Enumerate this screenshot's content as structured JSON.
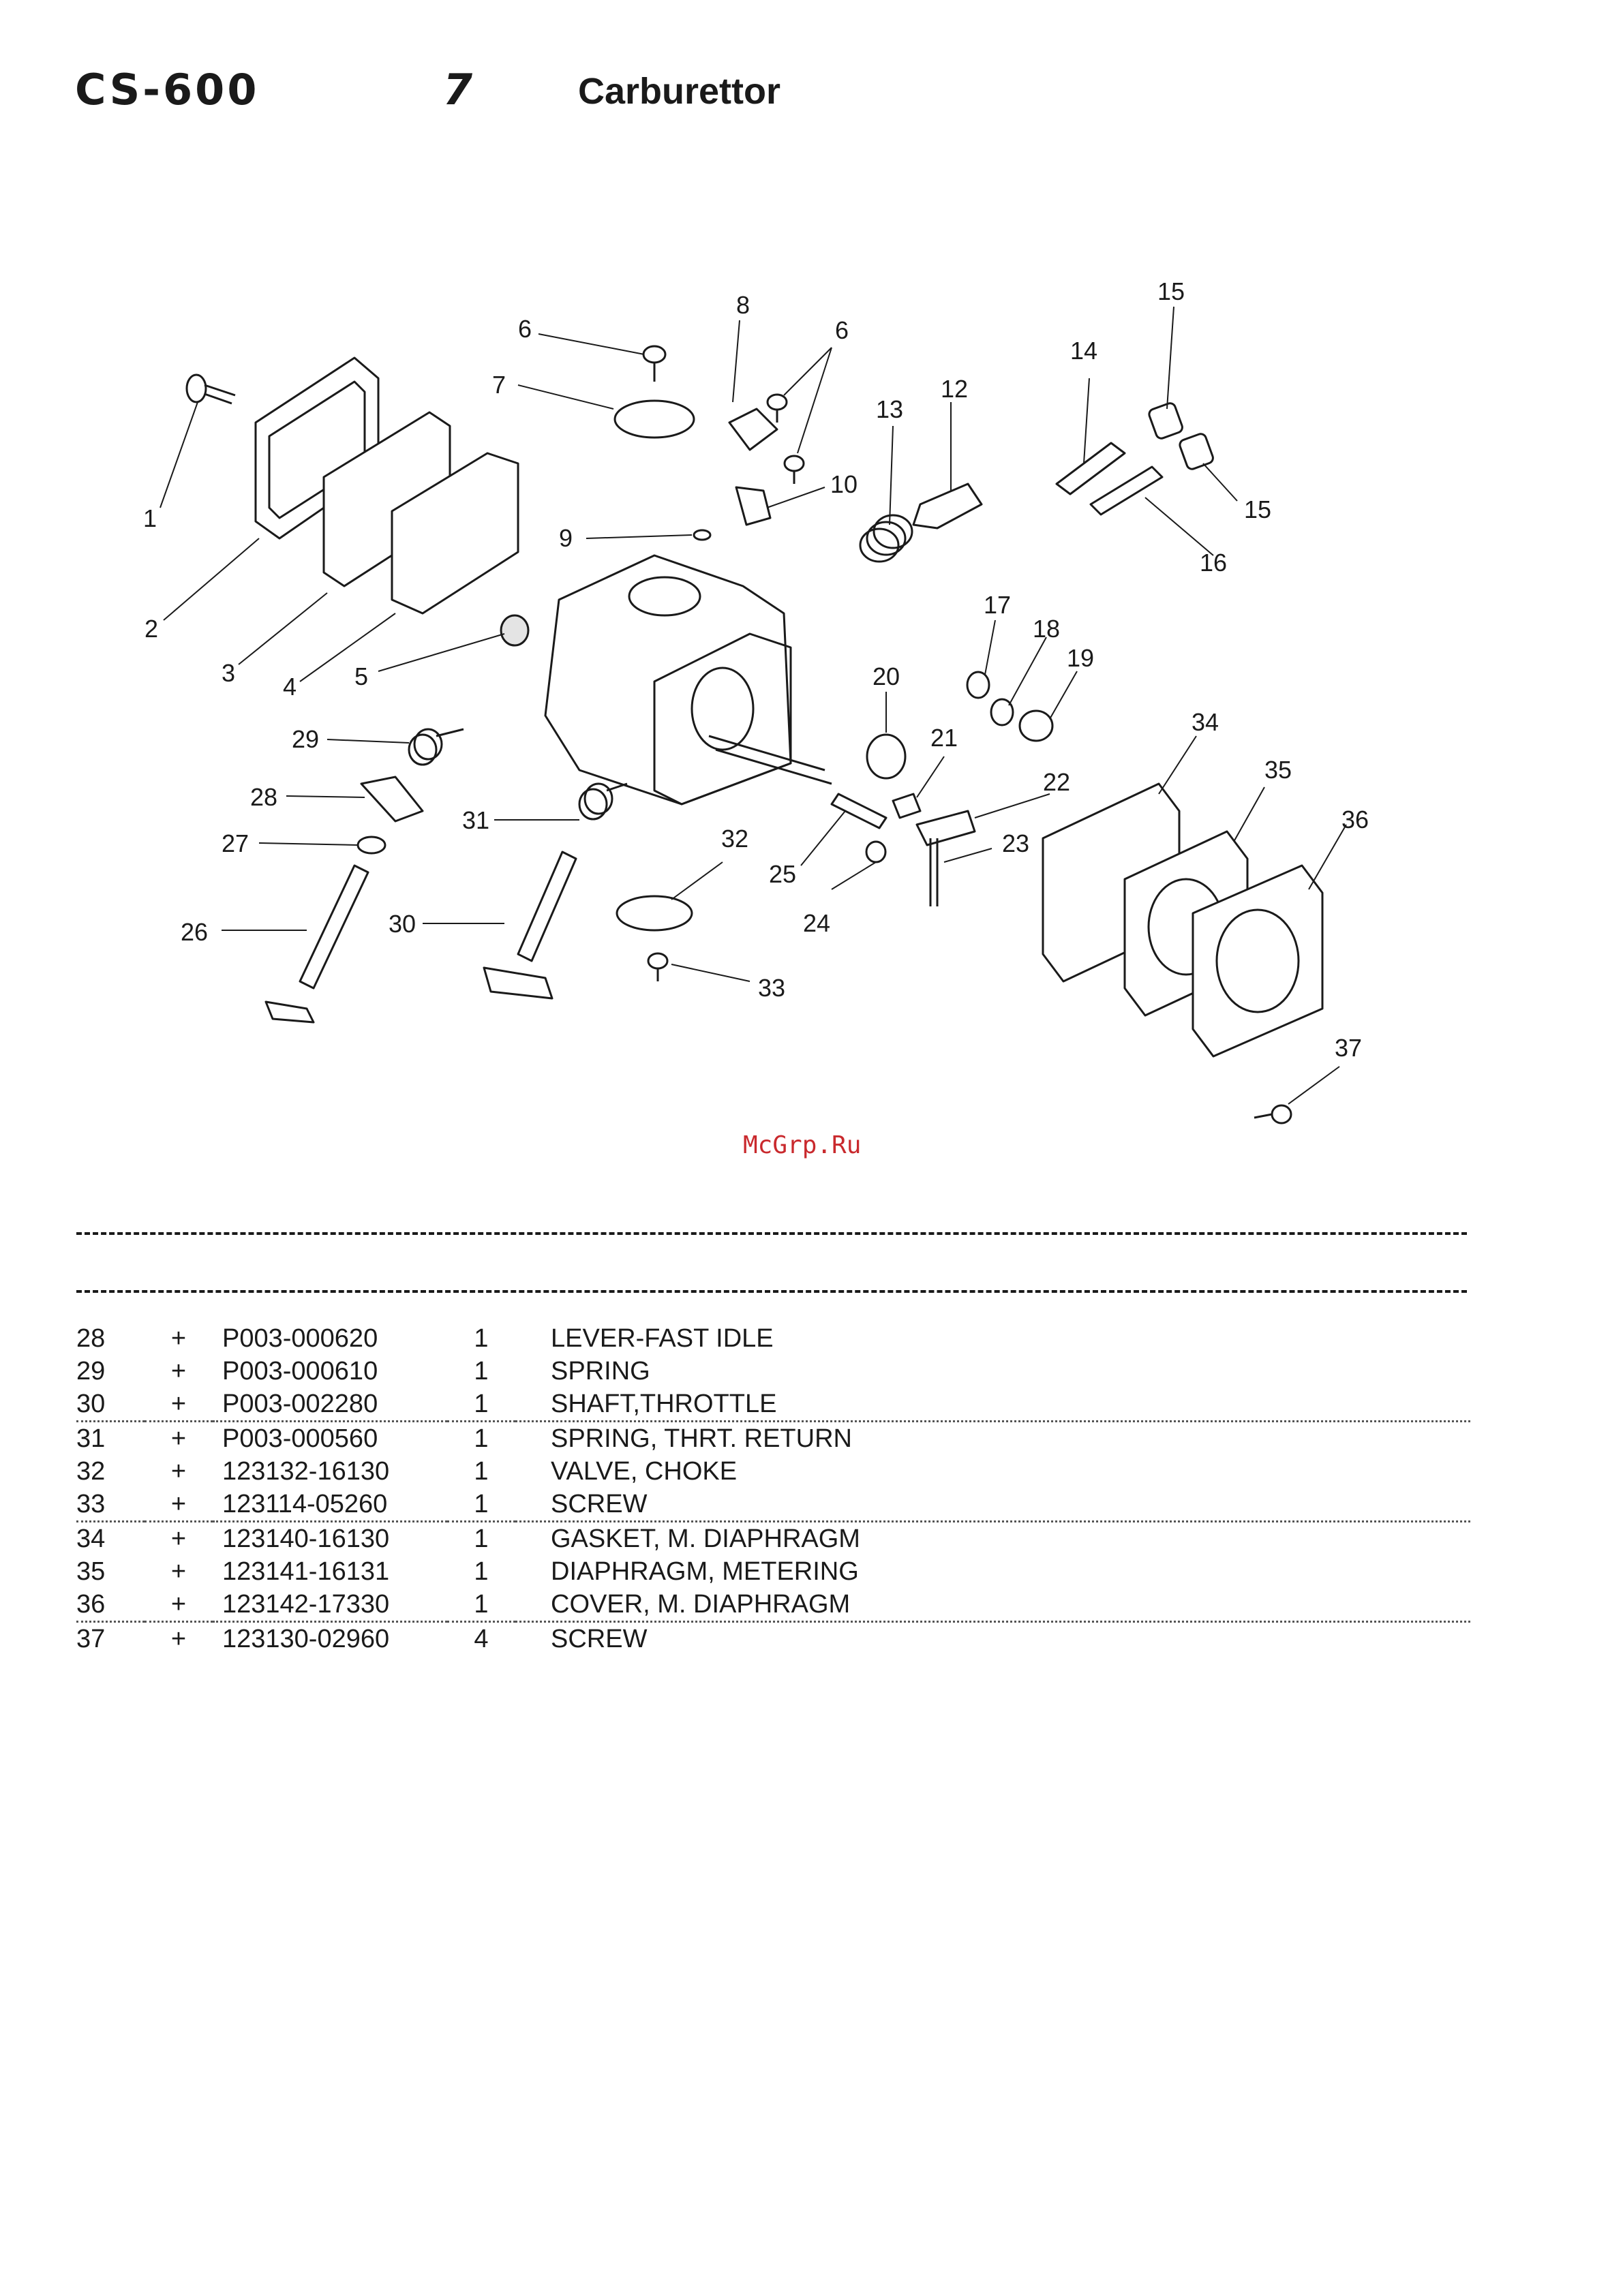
{
  "header": {
    "model": "CS-600",
    "section_number": "7",
    "section_title": "Carburettor"
  },
  "callouts": [
    "1",
    "2",
    "3",
    "4",
    "5",
    "6",
    "6",
    "7",
    "8",
    "9",
    "10",
    "12",
    "13",
    "14",
    "15",
    "15",
    "16",
    "17",
    "18",
    "19",
    "20",
    "21",
    "22",
    "23",
    "24",
    "25",
    "26",
    "27",
    "28",
    "29",
    "30",
    "31",
    "32",
    "33",
    "34",
    "35",
    "36",
    "37"
  ],
  "watermark": "McGrp.Ru",
  "parts": [
    {
      "no": "28",
      "mark": "+",
      "part_no": "P003-000620",
      "qty": "1",
      "desc": "LEVER-FAST IDLE"
    },
    {
      "no": "29",
      "mark": "+",
      "part_no": "P003-000610",
      "qty": "1",
      "desc": "SPRING"
    },
    {
      "no": "30",
      "mark": "+",
      "part_no": "P003-002280",
      "qty": "1",
      "desc": "SHAFT,THROTTLE"
    },
    {
      "no": "31",
      "mark": "+",
      "part_no": "P003-000560",
      "qty": "1",
      "desc": "SPRING, THRT. RETURN"
    },
    {
      "no": "32",
      "mark": "+",
      "part_no": "123132-16130",
      "qty": "1",
      "desc": "VALVE, CHOKE"
    },
    {
      "no": "33",
      "mark": "+",
      "part_no": "123114-05260",
      "qty": "1",
      "desc": "SCREW"
    },
    {
      "no": "34",
      "mark": "+",
      "part_no": "123140-16130",
      "qty": "1",
      "desc": "GASKET, M. DIAPHRAGM"
    },
    {
      "no": "35",
      "mark": "+",
      "part_no": "123141-16131",
      "qty": "1",
      "desc": "DIAPHRAGM, METERING"
    },
    {
      "no": "36",
      "mark": "+",
      "part_no": "123142-17330",
      "qty": "1",
      "desc": "COVER, M. DIAPHRAGM"
    },
    {
      "no": "37",
      "mark": "+",
      "part_no": "123130-02960",
      "qty": "4",
      "desc": "SCREW"
    }
  ]
}
